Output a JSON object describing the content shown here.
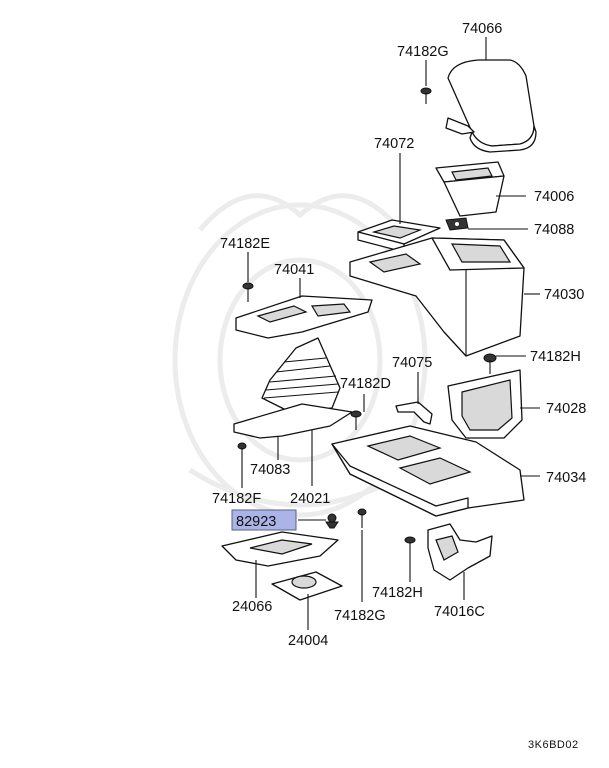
{
  "parts": {
    "p74066": "74066",
    "p74182G_top": "74182G",
    "p74072": "74072",
    "p74006": "74006",
    "p74088": "74088",
    "p74030": "74030",
    "p74182E": "74182E",
    "p74041": "74041",
    "p74182H_right": "74182H",
    "p74075": "74075",
    "p74182D": "74182D",
    "p74028": "74028",
    "p74083": "74083",
    "p74034": "74034",
    "p74182F": "74182F",
    "p24021": "24021",
    "p82923": "82923",
    "p74182H_bottom": "74182H",
    "p24066": "24066",
    "p74182G_bottom": "74182G",
    "p74016C": "74016C",
    "p24004": "24004"
  },
  "highlight": {
    "part": "82923",
    "color": "#aab4e6"
  },
  "diagram_code": "3K6BD02"
}
